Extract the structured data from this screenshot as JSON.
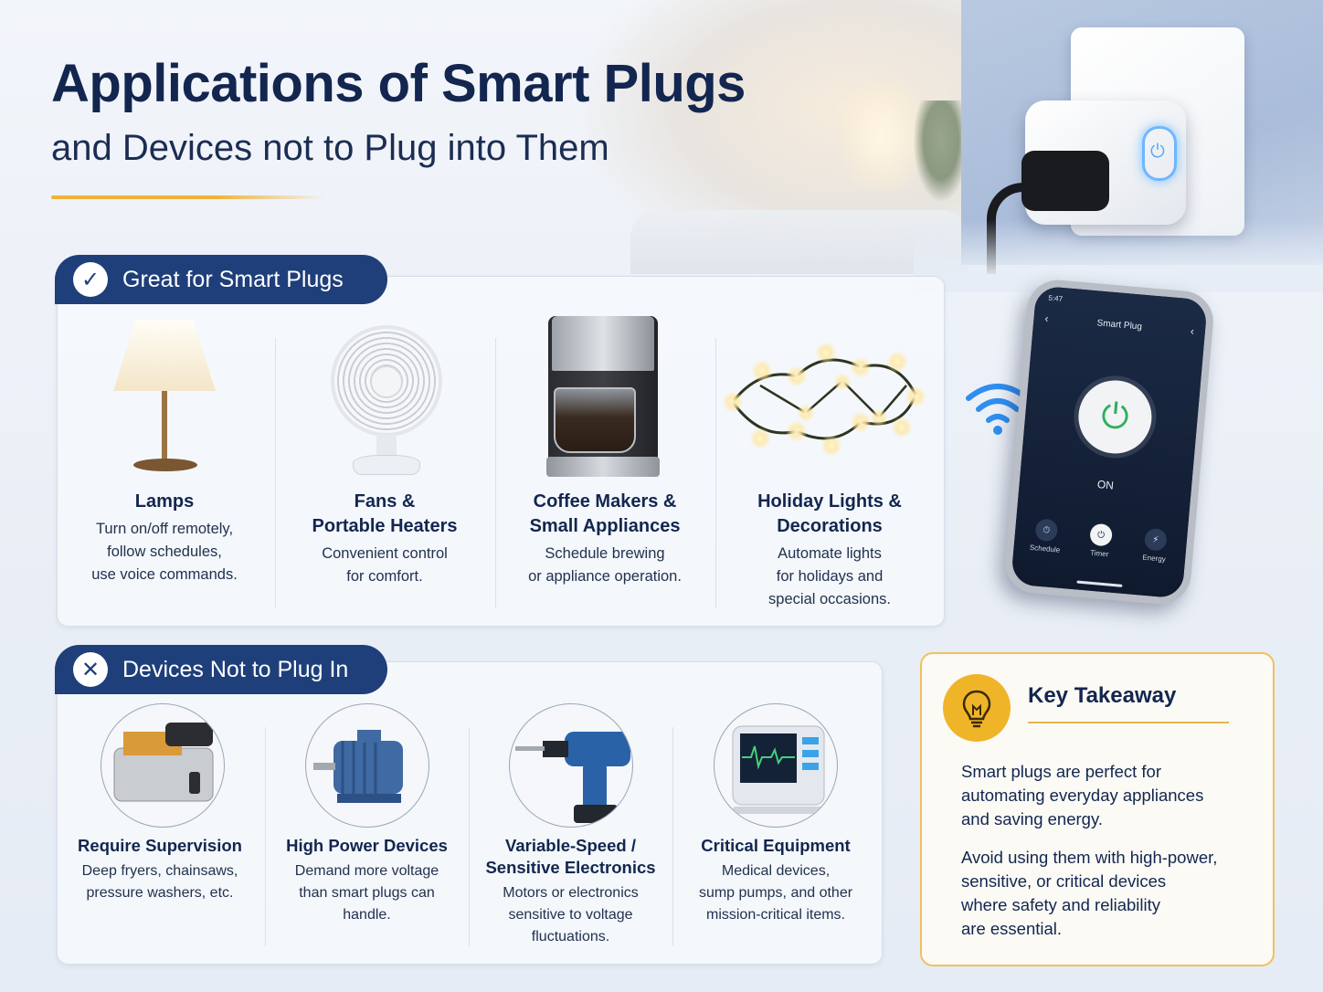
{
  "header": {
    "title": "Applications of Smart Plugs",
    "subtitle": "and Devices not to Plug into Them"
  },
  "great": {
    "banner": "Great for Smart Plugs",
    "banner_icon": "check-circle-icon",
    "items": [
      {
        "title_lines": [
          "Lamps"
        ],
        "desc_lines": [
          "Turn on/off remotely,",
          "follow schedules,",
          "use voice commands."
        ],
        "image": "lamp-icon"
      },
      {
        "title_lines": [
          "Fans &",
          "Portable Heaters"
        ],
        "desc_lines": [
          "Convenient control",
          "for comfort."
        ],
        "image": "fan-icon"
      },
      {
        "title_lines": [
          "Coffee Makers &",
          "Small Appliances"
        ],
        "desc_lines": [
          "Schedule brewing",
          "or appliance operation."
        ],
        "image": "coffee-maker-icon"
      },
      {
        "title_lines": [
          "Holiday Lights &",
          "Decorations"
        ],
        "desc_lines": [
          "Automate lights",
          "for holidays and",
          "special occasions."
        ],
        "image": "string-lights-icon"
      }
    ]
  },
  "not": {
    "banner": "Devices Not to Plug In",
    "banner_icon": "x-circle-icon",
    "items": [
      {
        "title_lines": [
          "Require Supervision"
        ],
        "desc_lines": [
          "Deep fryers, chainsaws,",
          "pressure washers, etc."
        ],
        "image": "deep-fryer-icon"
      },
      {
        "title_lines": [
          "High Power Devices"
        ],
        "desc_lines": [
          "Demand more voltage",
          "than smart plugs can",
          "handle."
        ],
        "image": "electric-motor-icon"
      },
      {
        "title_lines": [
          "Variable-Speed /",
          "Sensitive Electronics"
        ],
        "desc_lines": [
          "Motors or electronics",
          "sensitive to voltage",
          "fluctuations."
        ],
        "image": "power-drill-icon"
      },
      {
        "title_lines": [
          "Critical Equipment"
        ],
        "desc_lines": [
          "Medical devices,",
          "sump pumps, and other",
          "mission-critical items."
        ],
        "image": "medical-monitor-icon"
      }
    ]
  },
  "phone": {
    "status": "5:47",
    "title": "Smart Plug",
    "state": "ON",
    "buttons": [
      "Schedule",
      "Timer",
      "Energy"
    ]
  },
  "takeaway": {
    "title": "Key Takeaway",
    "icon": "lightbulb-icon",
    "p1_lines": [
      "Smart plugs are perfect for",
      "automating everyday appliances",
      "and saving energy."
    ],
    "p2_lines": [
      "Avoid using them with high-power,",
      "sensitive, or critical devices",
      "where safety and reliability",
      "are essential."
    ]
  },
  "colors": {
    "navy": "#1e3f7a",
    "title": "#13264f",
    "accent_gold": "#f0b23a",
    "wifi_blue": "#2f8ef0",
    "power_green": "#2eae5c"
  }
}
